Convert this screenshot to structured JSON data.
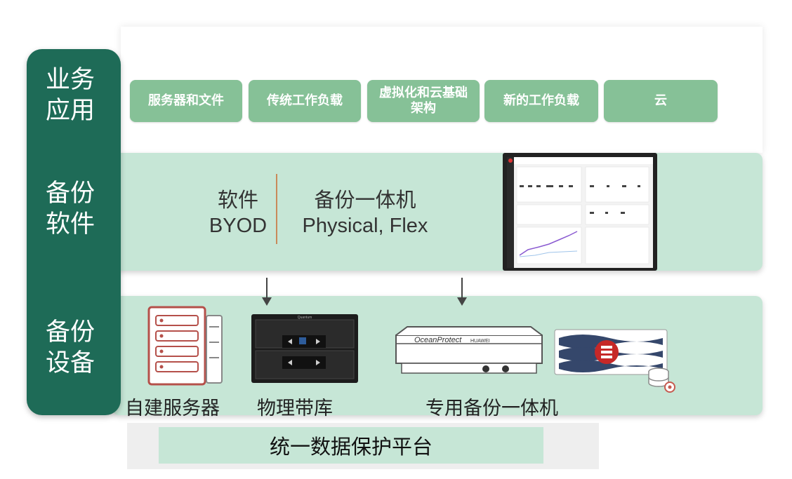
{
  "layers": {
    "app": [
      "业务",
      "应用"
    ],
    "software": [
      "备份",
      "软件"
    ],
    "device": [
      "备份",
      "设备"
    ]
  },
  "apps": [
    "服务器和文件",
    "传统工作负载",
    "虚拟化和云基础架构",
    "新的工作负载",
    "云"
  ],
  "software": {
    "byod_line1": "软件",
    "byod_line2": "BYOD",
    "appliance_line1": "备份一体机",
    "appliance_line2": "Physical, Flex"
  },
  "devices": {
    "server": "自建服务器",
    "tape": "物理带库",
    "appliance": "专用备份一体机",
    "tape_brand": "Quantum",
    "appliance_brand": "OceanProtect",
    "vendor": "HUAWEI"
  },
  "platform": "统一数据保护平台",
  "colors": {
    "dark_green": "#1e6b57",
    "light_green": "#c6e6d6",
    "box_green": "#86c197",
    "server_red": "#b5504a"
  }
}
